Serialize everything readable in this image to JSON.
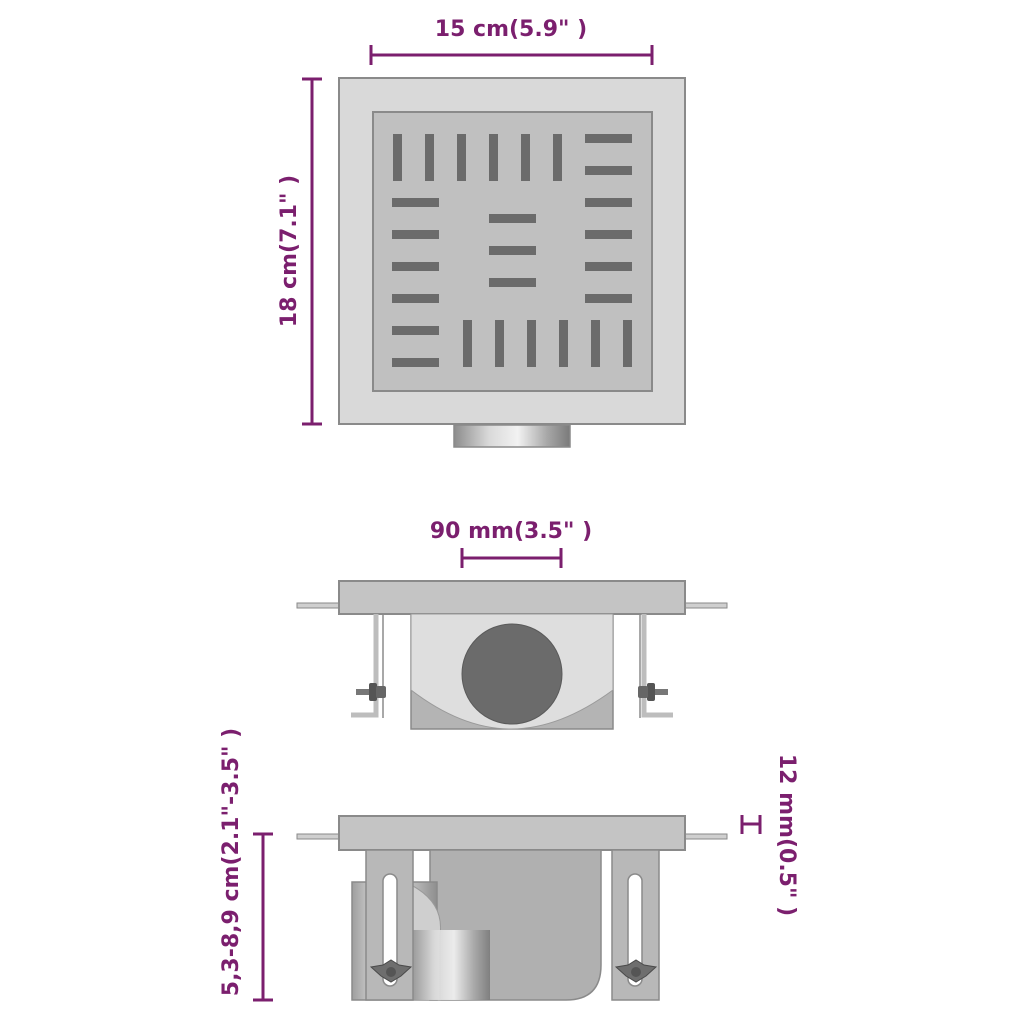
{
  "colors": {
    "dimension": "#7b1f6e",
    "steel_light": "#d6d6d6",
    "steel_mid": "#bdbdbd",
    "steel_dark": "#9a9a9a",
    "outline": "#8a8a8a",
    "slot": "#6b6b6b",
    "outlet": "#6a6a6a",
    "background": "#ffffff"
  },
  "dimensions": {
    "top_width": "15 cm(5.9\" )",
    "top_height": "18 cm(7.1\" )",
    "outlet_diameter": "90 mm(3.5\" )",
    "total_height": "5,3-8,9 cm(2.1\"-3.5\" )",
    "flange_thickness": "12 mm(0.5\" )"
  }
}
